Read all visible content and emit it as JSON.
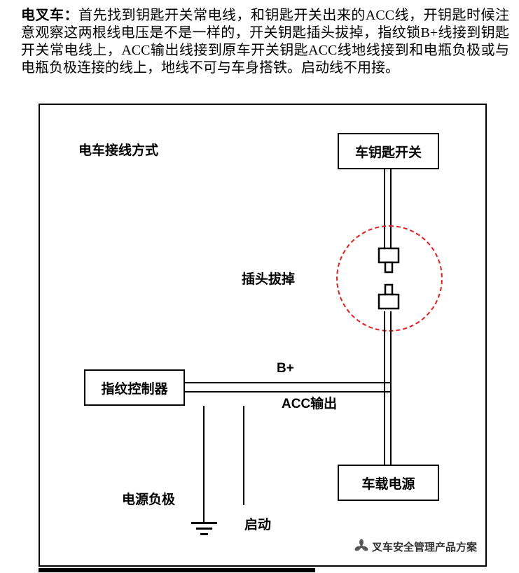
{
  "intro": {
    "lead": "电叉车：",
    "body": "首先找到钥匙开关常电线，和钥匙开关出来的ACC线，开钥匙时候注意观察这两根线电压是不是一样的，开关钥匙插头拔掉，指纹锁B+线接到钥匙开关常电线上，ACC输出线接到原车开关钥匙ACC线地线接到和电瓶负极或与电瓶负极连接的线上，地线不可与车身搭铁。启动线不用接。"
  },
  "diagram": {
    "title": "电车接线方式",
    "boxes": {
      "key_switch": "车钥匙开关",
      "controller": "指纹控制器",
      "power": "车载电源"
    },
    "labels": {
      "plug": "插头拔掉",
      "bplus": "B+",
      "acc": "ACC输出",
      "negative": "电源负极",
      "start": "启动"
    },
    "watermark": "叉车安全管理产品方案",
    "colors": {
      "circle": "#e02020",
      "wire": "#000000"
    }
  }
}
